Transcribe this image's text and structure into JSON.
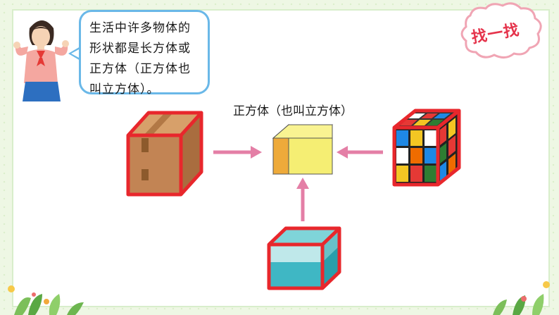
{
  "speech": {
    "lines": [
      "生活中许多物体的",
      "形状都是长方体或",
      "正方体（正方体也",
      "叫立方体）。"
    ]
  },
  "badge": {
    "label": "找一找"
  },
  "center": {
    "label": "正方体（也叫立方体）"
  },
  "colors": {
    "frame_red": "#e8272c",
    "arrow_pink": "#e47fa6",
    "cube_yellow": "#f5ee73",
    "cube_orange": "#eeaa3a",
    "speech_border": "#6ab8e8"
  },
  "icons": [
    "girl-figure",
    "cardboard-box",
    "yellow-cube",
    "rubiks-cube",
    "glass-cube",
    "arrow"
  ]
}
